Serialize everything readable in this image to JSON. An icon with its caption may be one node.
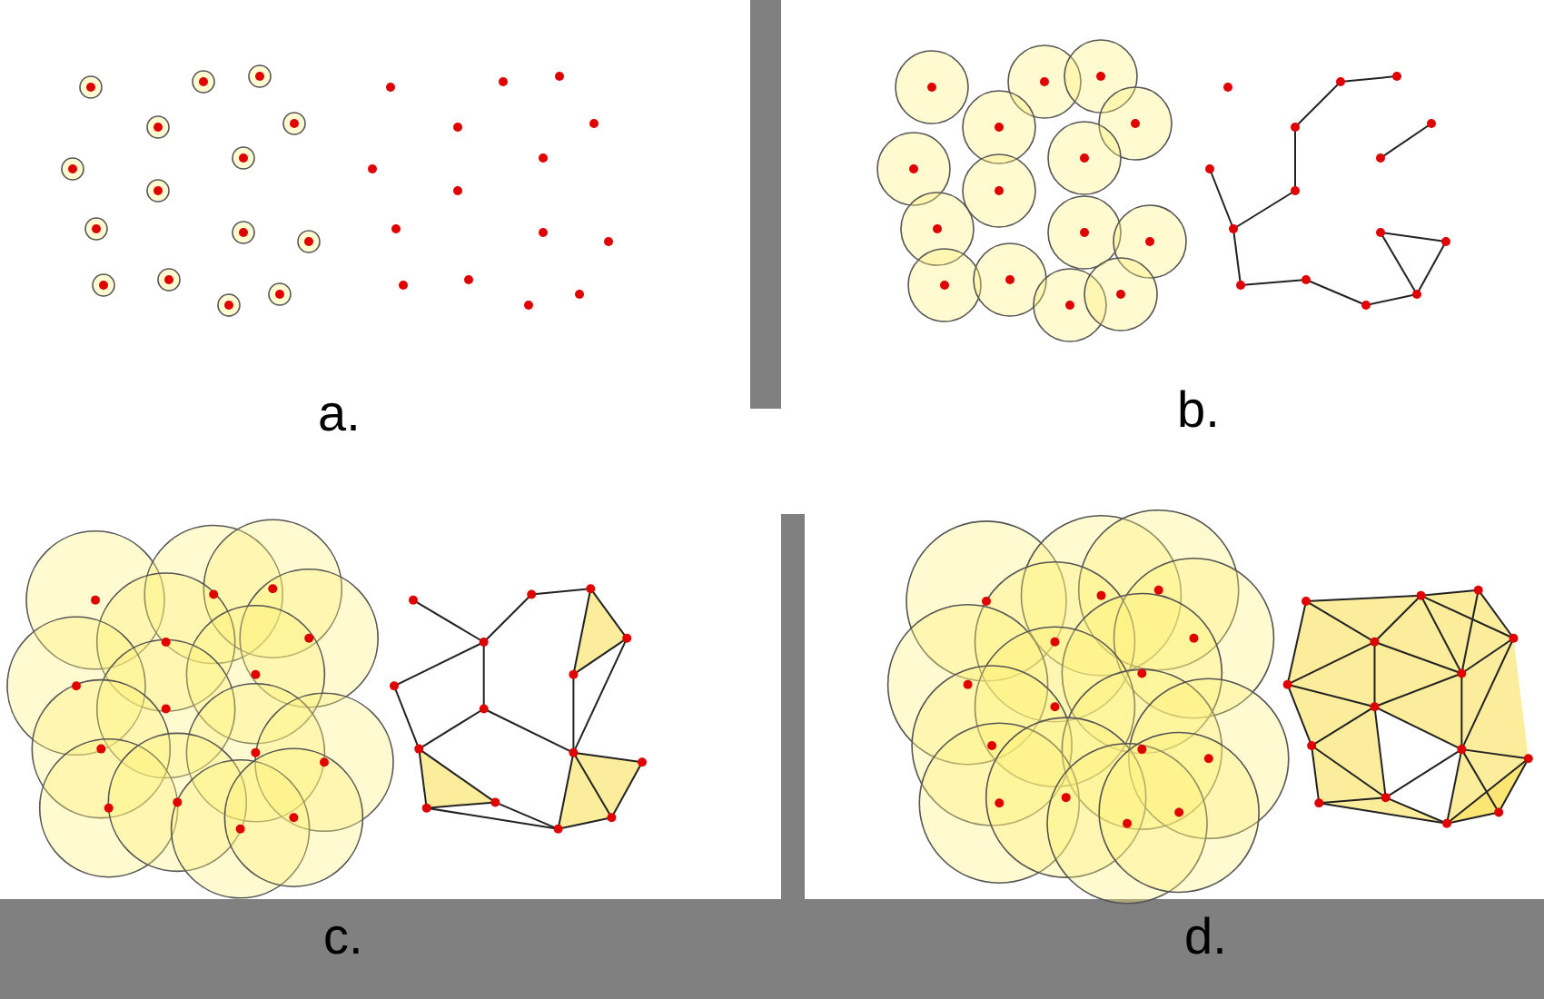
{
  "diagram": {
    "labels": [
      "a.",
      "b.",
      "c.",
      "d."
    ]
  }
}
